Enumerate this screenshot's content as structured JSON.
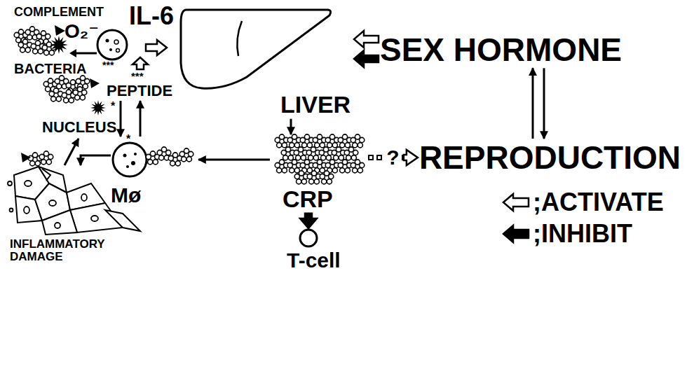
{
  "diagram": {
    "nodes": [
      {
        "text": [
          "BACTERIA"
        ]
      },
      {
        "text": [
          "LIVER"
        ]
      },
      {
        "text": [
          "SEX HORMONE"
        ]
      },
      {
        "text": [
          "PEPTIDE"
        ]
      },
      {
        "text": [
          "NUCLEUS"
        ]
      },
      {
        "text": [
          "REPRODUCTION"
        ]
      },
      {
        "text": [
          "Mø"
        ]
      },
      {
        "text": [
          "CRP"
        ]
      },
      {
        "text": [
          "INFLAMMATORY DAMAGE"
        ]
      },
      {
        "text": [
          "T-cell"
        ]
      }
    ],
    "edges": [
      {
        "from": 2,
        "to": 1,
        "arrow": "to"
      },
      {
        "from": 2,
        "to": 1,
        "arrow": "to"
      },
      {
        "from": 5,
        "to": 2,
        "arrow": "to"
      },
      {
        "from": 2,
        "to": 5,
        "arrow": "to"
      },
      {
        "from": 1,
        "to": 7,
        "arrow": "to"
      },
      {
        "from": 7,
        "to": 6,
        "arrow": "to"
      },
      {
        "from": 7,
        "to": 9,
        "arrow": "to"
      },
      {
        "from": 7,
        "to": 5,
        "label": "?",
        "arrow": "to"
      },
      {
        "from": 6,
        "to": 8,
        "arrow": "to"
      },
      {
        "from": 3,
        "to": 6,
        "arrow": "to"
      },
      {
        "from": 6,
        "to": 3,
        "arrow": "to"
      },
      {
        "from": 8,
        "to": 4,
        "arrow": "to"
      }
    ],
    "labels": [
      "COMPLEMENT",
      "O₂⁻",
      "IL-6",
      "***",
      "***",
      "*",
      "*"
    ],
    "legend": [
      {
        "text": ";ACTIVATE"
      },
      {
        "text": ";INHIBIT"
      }
    ]
  }
}
